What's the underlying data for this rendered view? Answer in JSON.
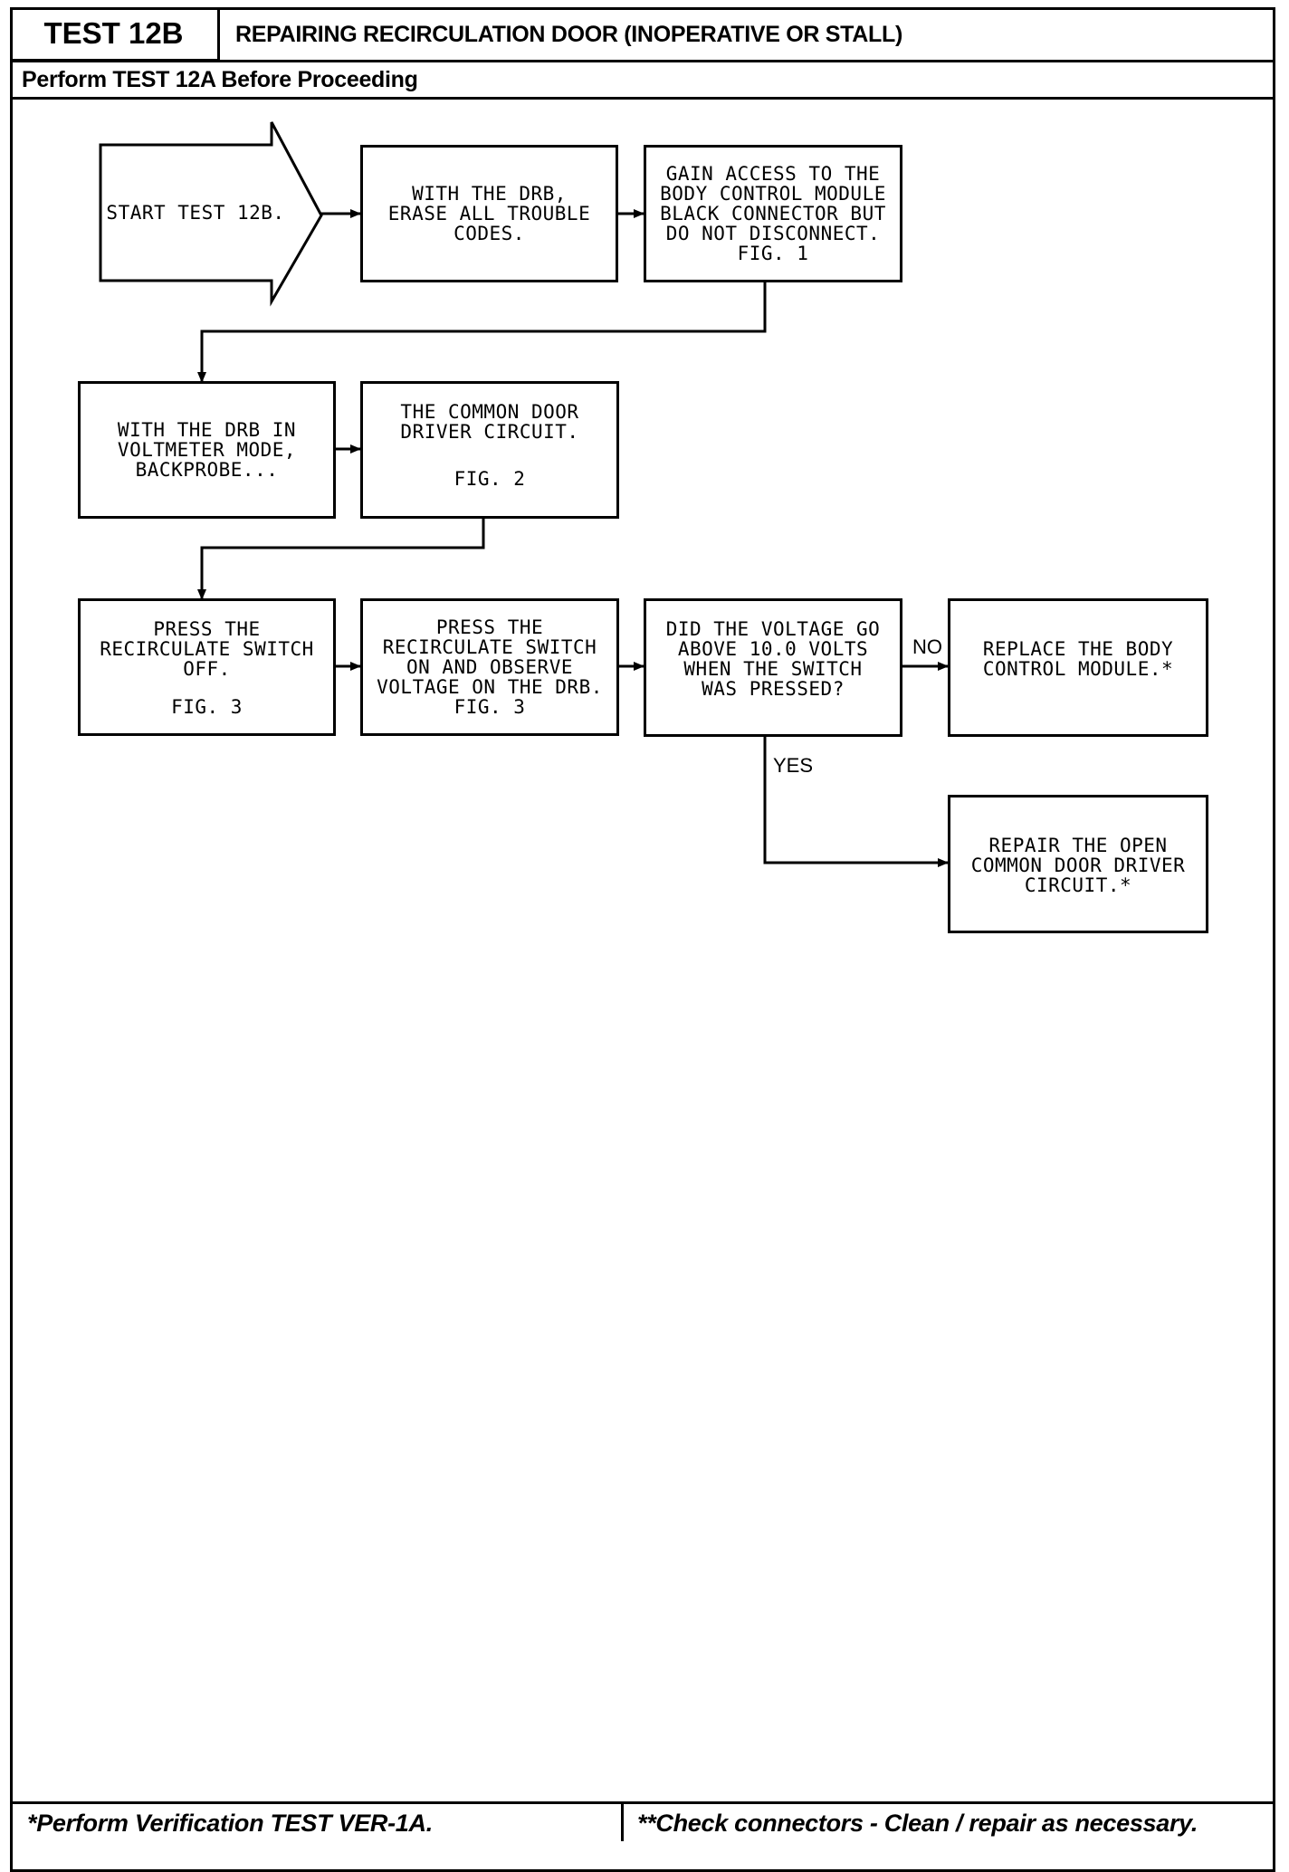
{
  "header": {
    "test_id": "TEST 12B",
    "title": "REPAIRING RECIRCULATION DOOR (INOPERATIVE OR STALL)",
    "subtitle": "Perform TEST 12A Before Proceeding"
  },
  "flow": {
    "start": "START TEST 12B.",
    "step_erase": "WITH THE DRB,\nERASE ALL TROUBLE\nCODES.",
    "step_access": "GAIN ACCESS TO THE\nBODY CONTROL MODULE\nBLACK CONNECTOR BUT\nDO NOT DISCONNECT.\nFIG. 1",
    "step_voltmeter": "WITH THE DRB IN\nVOLTMETER MODE,\nBACKPROBE...",
    "step_circuit": "THE COMMON DOOR\nDRIVER CIRCUIT.",
    "step_circuit_fig": "FIG. 2",
    "step_press_off": "PRESS THE\nRECIRCULATE SWITCH\nOFF.",
    "step_press_off_fig": "FIG. 3",
    "step_press_on": "PRESS THE\nRECIRCULATE SWITCH\nON AND OBSERVE\nVOLTAGE ON THE DRB.\nFIG. 3",
    "decision": "DID THE VOLTAGE GO\nABOVE 10.0 VOLTS\nWHEN THE SWITCH\nWAS PRESSED?",
    "no_label": "NO",
    "yes_label": "YES",
    "result_replace": "REPLACE THE BODY\nCONTROL MODULE.*",
    "result_repair": "REPAIR THE OPEN\nCOMMON DOOR DRIVER\nCIRCUIT.*"
  },
  "footer": {
    "left_note": "*Perform Verification TEST VER-1A.",
    "right_note": "**Check connectors - Clean / repair as necessary."
  }
}
